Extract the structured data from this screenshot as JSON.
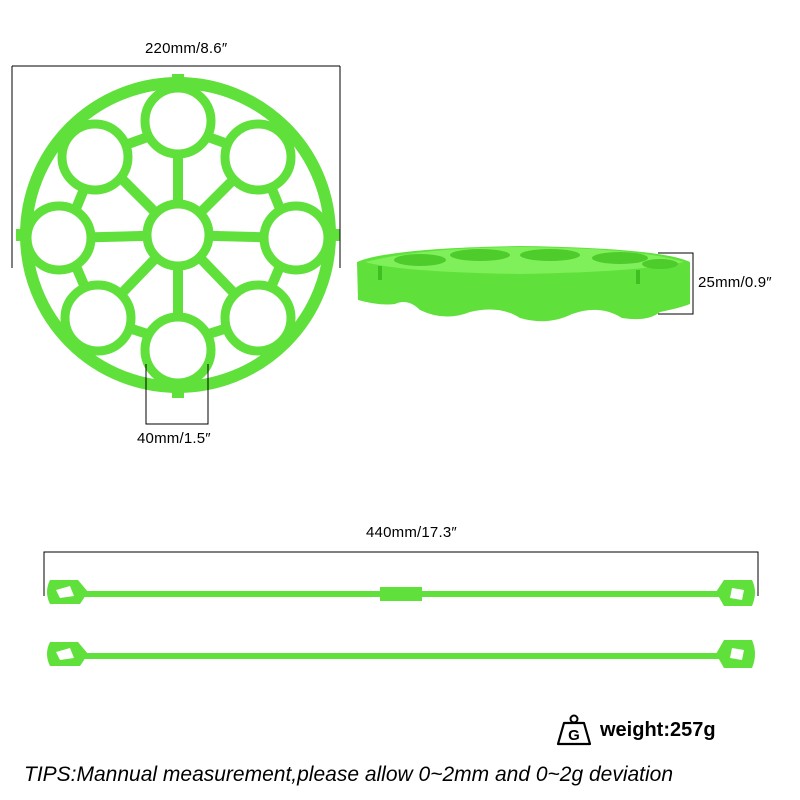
{
  "dimensions": {
    "diameter": "220mm/8.6″",
    "hole": "40mm/1.5″",
    "height": "25mm/0.9″",
    "sling_length": "440mm/17.3″"
  },
  "weight": {
    "icon_letter": "G",
    "text": "weight:257g"
  },
  "tips": "TIPS:Mannual measurement,please allow 0~2mm and 0~2g deviation",
  "colors": {
    "product": "#5fe03a",
    "product_dark": "#3fbf22",
    "dimension_line": "#000000"
  },
  "icons": {
    "weight": "weight-icon"
  }
}
